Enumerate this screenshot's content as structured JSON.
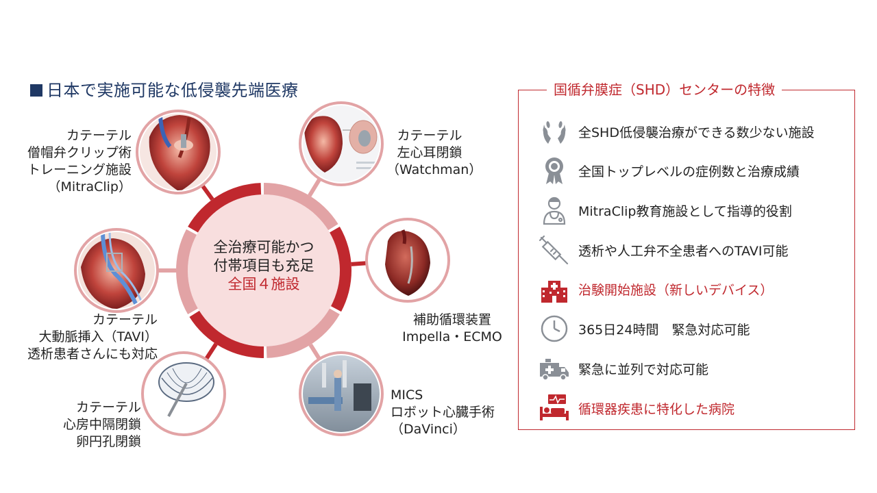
{
  "title": "日本で実施可能な低侵襲先端医療",
  "hub": {
    "center_lines": [
      "全治療可能かつ",
      "付帯項目も充足"
    ],
    "center_highlight": "全国４施設"
  },
  "treatments": [
    {
      "lines": [
        "カテーテル",
        "僧帽弁クリップ術",
        "トレーニング施設",
        "（MitraClip）"
      ]
    },
    {
      "lines": [
        "カテーテル",
        "左心耳閉鎖",
        "（Watchman）"
      ]
    },
    {
      "lines": [
        "カテーテル",
        "大動脈挿入（TAVI）",
        "透析患者さんにも対応"
      ]
    },
    {
      "lines": [
        "補助循環装置",
        "Impella・ECMO"
      ]
    },
    {
      "lines": [
        "カテーテル",
        "心房中隔閉鎖",
        "卵円孔閉鎖"
      ]
    },
    {
      "lines": [
        "MICS",
        "ロボット心臓手術",
        "（DaVinci）"
      ]
    }
  ],
  "panel": {
    "title": "国循弁膜症（SHD）センターの特徴",
    "features": [
      {
        "icon": "laurel-icon",
        "text": "全SHD低侵襲治療ができる数少ない施設",
        "highlight": false
      },
      {
        "icon": "award-ribbon-icon",
        "text": "全国トップレベルの症例数と治療成績",
        "highlight": false
      },
      {
        "icon": "doctor-icon",
        "text": "MitraClip教育施設として指導的役割",
        "highlight": false
      },
      {
        "icon": "syringe-icon",
        "text": "透析や人工弁不全患者へのTAVI可能",
        "highlight": false
      },
      {
        "icon": "hospital-icon",
        "text": "治験開始施設（新しいデバイス）",
        "highlight": true
      },
      {
        "icon": "clock-icon",
        "text": "365日24時間　緊急対応可能",
        "highlight": false
      },
      {
        "icon": "ambulance-icon",
        "text": "緊急に並列で対応可能",
        "highlight": false
      },
      {
        "icon": "patient-bed-icon",
        "text": "循環器疾患に特化した病院",
        "highlight": true
      }
    ]
  },
  "colors": {
    "accent": "#c0282e",
    "accent_light": "#e2a3a5",
    "navy": "#1f3864",
    "center_fill": "#f8dede"
  }
}
